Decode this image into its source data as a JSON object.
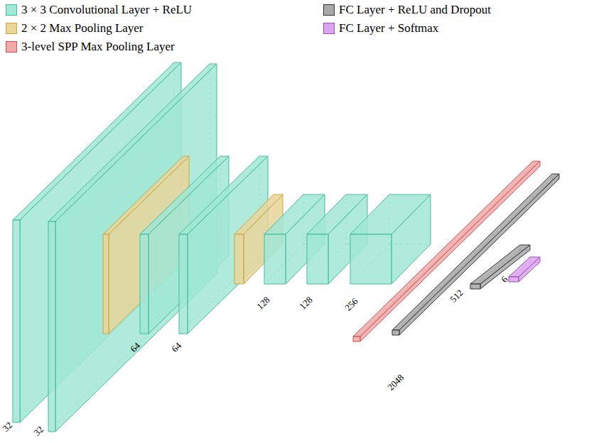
{
  "diagram": {
    "labels": [
      "32",
      "32",
      "64",
      "64",
      "128",
      "128",
      "256",
      "2048",
      "512",
      "6"
    ],
    "legend": [
      {
        "text": "3 × 3 Convolutional Layer + ReLU",
        "color": "#a1e6d6"
      },
      {
        "text": "2 × 2 Max Pooling Layer",
        "color": "#e9d59b"
      },
      {
        "text": "3-level SPP Max Pooling Layer",
        "color": "#f1a9a9"
      },
      {
        "text": "FC Layer + ReLU and Dropout",
        "color": "#a8a8a8"
      },
      {
        "text": "FC Layer + Softmax",
        "color": "#dba4ec"
      }
    ]
  }
}
